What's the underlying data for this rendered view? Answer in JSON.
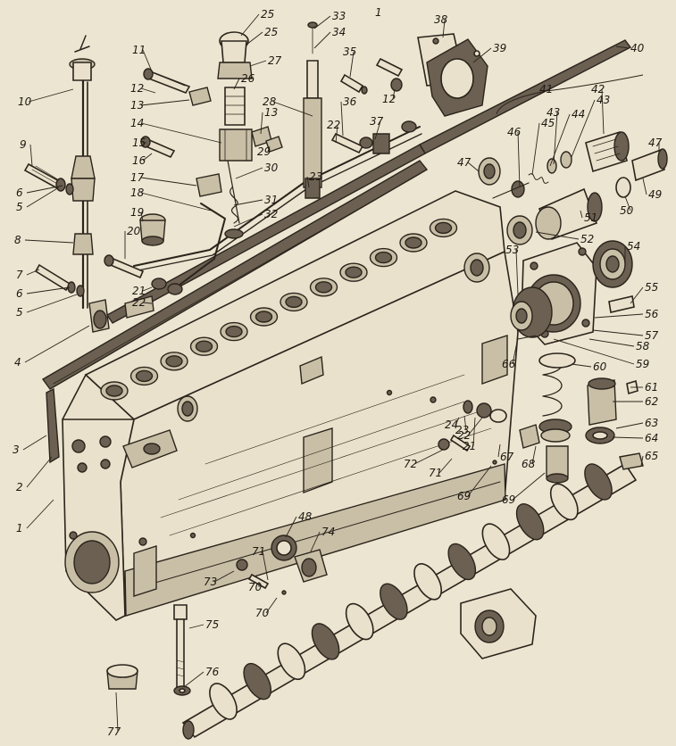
{
  "labels": [
    "1",
    "2",
    "3",
    "4",
    "5",
    "5",
    "6",
    "6",
    "7",
    "8",
    "9",
    "10",
    "11",
    "12",
    "12",
    "13",
    "13",
    "14",
    "15",
    "16",
    "17",
    "18",
    "19",
    "20",
    "21",
    "21",
    "22",
    "22",
    "22",
    "23",
    "23",
    "24",
    "25",
    "25",
    "26",
    "27",
    "28",
    "29",
    "30",
    "31",
    "32",
    "33",
    "34",
    "35",
    "36",
    "37",
    "38",
    "39",
    "40",
    "41",
    "42",
    "43",
    "43",
    "44",
    "45",
    "46",
    "47",
    "47",
    "48",
    "49",
    "50",
    "51",
    "52",
    "53",
    "54",
    "55",
    "56",
    "57",
    "58",
    "59",
    "60",
    "61",
    "62",
    "63",
    "64",
    "65",
    "66",
    "67",
    "68",
    "69",
    "69",
    "70",
    "70",
    "71",
    "71",
    "72",
    "73",
    "74",
    "75",
    "76",
    "77"
  ],
  "numerals": {
    "top": "1"
  }
}
